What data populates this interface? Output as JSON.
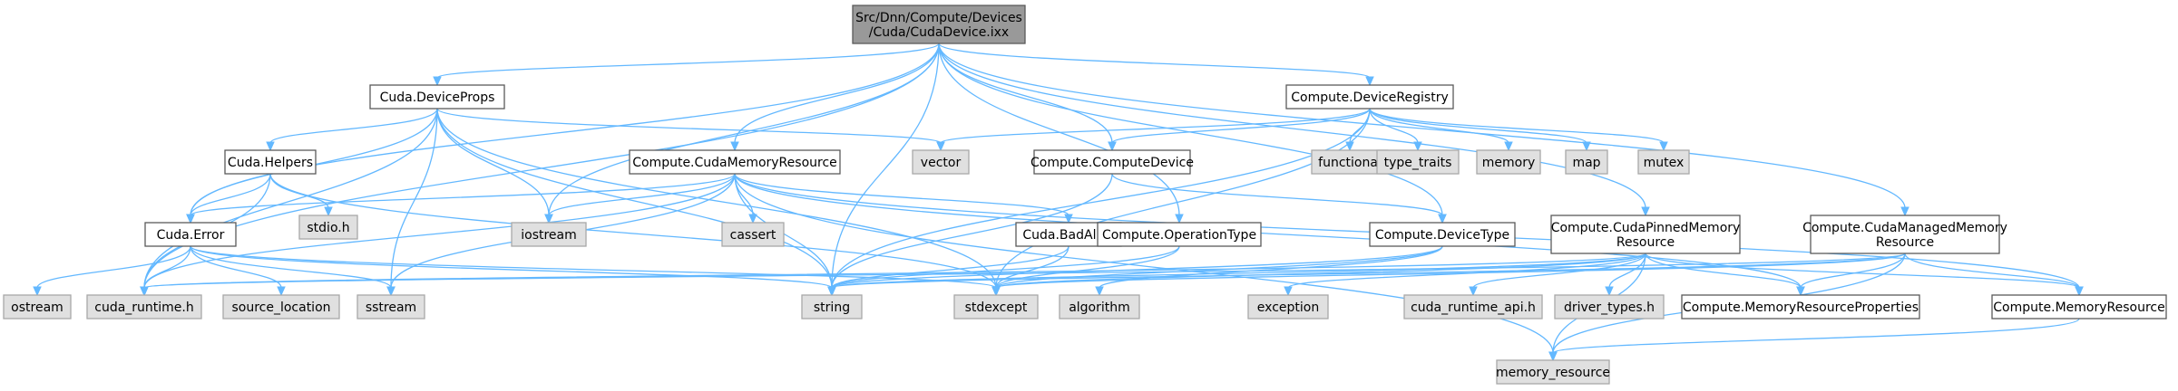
{
  "nodes": [
    {
      "id": "root",
      "kind": "root",
      "lines": [
        "Src/Dnn/Compute/Devices",
        "/Cuda/CudaDevice.ixx"
      ]
    },
    {
      "id": "cuda_deviceprops",
      "kind": "module",
      "lines": [
        "Cuda.DeviceProps"
      ]
    },
    {
      "id": "compute_deviceregistry",
      "kind": "module",
      "lines": [
        "Compute.DeviceRegistry"
      ]
    },
    {
      "id": "cuda_helpers",
      "kind": "module",
      "lines": [
        "Cuda.Helpers"
      ]
    },
    {
      "id": "compute_cudamemoryresource",
      "kind": "module",
      "lines": [
        "Compute.CudaMemoryResource"
      ]
    },
    {
      "id": "vector",
      "kind": "header",
      "lines": [
        "vector"
      ]
    },
    {
      "id": "compute_computedevice",
      "kind": "module",
      "lines": [
        "Compute.ComputeDevice"
      ]
    },
    {
      "id": "functional",
      "kind": "header",
      "lines": [
        "functional"
      ]
    },
    {
      "id": "type_traits",
      "kind": "header",
      "lines": [
        "type_traits"
      ]
    },
    {
      "id": "memory",
      "kind": "header",
      "lines": [
        "memory"
      ]
    },
    {
      "id": "map",
      "kind": "header",
      "lines": [
        "map"
      ]
    },
    {
      "id": "mutex",
      "kind": "header",
      "lines": [
        "mutex"
      ]
    },
    {
      "id": "stdio_h",
      "kind": "header",
      "lines": [
        "stdio.h"
      ]
    },
    {
      "id": "cuda_error",
      "kind": "module",
      "lines": [
        "Cuda.Error"
      ]
    },
    {
      "id": "iostream",
      "kind": "header",
      "lines": [
        "iostream"
      ]
    },
    {
      "id": "cassert",
      "kind": "header",
      "lines": [
        "cassert"
      ]
    },
    {
      "id": "cuda_badalloc",
      "kind": "module",
      "lines": [
        "Cuda.BadAlloc"
      ]
    },
    {
      "id": "compute_operationtype",
      "kind": "module",
      "lines": [
        "Compute.OperationType"
      ]
    },
    {
      "id": "compute_devicetype",
      "kind": "module",
      "lines": [
        "Compute.DeviceType"
      ]
    },
    {
      "id": "compute_cudapinnedmemoryresource",
      "kind": "module",
      "lines": [
        "Compute.CudaPinnedMemory",
        "Resource"
      ]
    },
    {
      "id": "compute_cudamanagedmemoryresource",
      "kind": "module",
      "lines": [
        "Compute.CudaManagedMemory",
        "Resource"
      ]
    },
    {
      "id": "ostream",
      "kind": "header",
      "lines": [
        "ostream"
      ]
    },
    {
      "id": "cuda_runtime_h",
      "kind": "header",
      "lines": [
        "cuda_runtime.h"
      ]
    },
    {
      "id": "source_location",
      "kind": "header",
      "lines": [
        "source_location"
      ]
    },
    {
      "id": "sstream",
      "kind": "header",
      "lines": [
        "sstream"
      ]
    },
    {
      "id": "string",
      "kind": "header",
      "lines": [
        "string"
      ]
    },
    {
      "id": "stdexcept",
      "kind": "header",
      "lines": [
        "stdexcept"
      ]
    },
    {
      "id": "algorithm",
      "kind": "header",
      "lines": [
        "algorithm"
      ]
    },
    {
      "id": "exception",
      "kind": "header",
      "lines": [
        "exception"
      ]
    },
    {
      "id": "cuda_runtime_api_h",
      "kind": "header",
      "lines": [
        "cuda_runtime_api.h"
      ]
    },
    {
      "id": "driver_types_h",
      "kind": "header",
      "lines": [
        "driver_types.h"
      ]
    },
    {
      "id": "compute_memoryresourceproperties",
      "kind": "module",
      "lines": [
        "Compute.MemoryResourceProperties"
      ]
    },
    {
      "id": "compute_memoryresource",
      "kind": "module",
      "lines": [
        "Compute.MemoryResource"
      ]
    },
    {
      "id": "memory_resource",
      "kind": "header",
      "lines": [
        "memory_resource"
      ]
    }
  ],
  "edges": [
    [
      "root",
      "cuda_deviceprops"
    ],
    [
      "root",
      "compute_deviceregistry"
    ],
    [
      "root",
      "compute_cudamemoryresource"
    ],
    [
      "root",
      "compute_computedevice"
    ],
    [
      "root",
      "compute_operationtype"
    ],
    [
      "root",
      "compute_devicetype"
    ],
    [
      "root",
      "compute_cudapinnedmemoryresource"
    ],
    [
      "root",
      "compute_cudamanagedmemoryresource"
    ],
    [
      "root",
      "cuda_error"
    ],
    [
      "root",
      "cuda_runtime_h"
    ],
    [
      "root",
      "iostream"
    ],
    [
      "root",
      "string"
    ],
    [
      "cuda_deviceprops",
      "cuda_helpers"
    ],
    [
      "cuda_deviceprops",
      "cuda_error"
    ],
    [
      "cuda_deviceprops",
      "cuda_runtime_h"
    ],
    [
      "cuda_deviceprops",
      "vector"
    ],
    [
      "cuda_deviceprops",
      "iostream"
    ],
    [
      "cuda_deviceprops",
      "sstream"
    ],
    [
      "cuda_deviceprops",
      "string"
    ],
    [
      "cuda_deviceprops",
      "stdexcept"
    ],
    [
      "cuda_helpers",
      "cuda_error"
    ],
    [
      "cuda_helpers",
      "cuda_runtime_h"
    ],
    [
      "cuda_helpers",
      "stdio_h"
    ],
    [
      "cuda_helpers",
      "stdexcept"
    ],
    [
      "cuda_error",
      "ostream"
    ],
    [
      "cuda_error",
      "cuda_runtime_h"
    ],
    [
      "cuda_error",
      "source_location"
    ],
    [
      "cuda_error",
      "sstream"
    ],
    [
      "cuda_error",
      "string"
    ],
    [
      "cuda_error",
      "stdexcept"
    ],
    [
      "compute_deviceregistry",
      "vector"
    ],
    [
      "compute_deviceregistry",
      "compute_computedevice"
    ],
    [
      "compute_deviceregistry",
      "functional"
    ],
    [
      "compute_deviceregistry",
      "type_traits"
    ],
    [
      "compute_deviceregistry",
      "memory"
    ],
    [
      "compute_deviceregistry",
      "map"
    ],
    [
      "compute_deviceregistry",
      "mutex"
    ],
    [
      "compute_deviceregistry",
      "string"
    ],
    [
      "compute_deviceregistry",
      "stdexcept"
    ],
    [
      "compute_cudamemoryresource",
      "cuda_error"
    ],
    [
      "compute_cudamemoryresource",
      "iostream"
    ],
    [
      "compute_cudamemoryresource",
      "cassert"
    ],
    [
      "compute_cudamemoryresource",
      "cuda_badalloc"
    ],
    [
      "compute_cudamemoryresource",
      "cuda_runtime_h"
    ],
    [
      "compute_cudamemoryresource",
      "sstream"
    ],
    [
      "compute_cudamemoryresource",
      "string"
    ],
    [
      "compute_cudamemoryresource",
      "memory_resource"
    ],
    [
      "compute_cudamemoryresource",
      "compute_memoryresourceproperties"
    ],
    [
      "compute_cudamemoryresource",
      "compute_memoryresource"
    ],
    [
      "compute_computedevice",
      "compute_devicetype"
    ],
    [
      "compute_computedevice",
      "string"
    ],
    [
      "cuda_badalloc",
      "stdexcept"
    ],
    [
      "cuda_badalloc",
      "string"
    ],
    [
      "compute_operationtype",
      "string"
    ],
    [
      "compute_operationtype",
      "stdexcept"
    ],
    [
      "compute_devicetype",
      "string"
    ],
    [
      "compute_devicetype",
      "stdexcept"
    ],
    [
      "compute_devicetype",
      "algorithm"
    ],
    [
      "compute_cudapinnedmemoryresource",
      "cuda_runtime_h"
    ],
    [
      "compute_cudapinnedmemoryresource",
      "string"
    ],
    [
      "compute_cudapinnedmemoryresource",
      "stdexcept"
    ],
    [
      "compute_cudapinnedmemoryresource",
      "exception"
    ],
    [
      "compute_cudapinnedmemoryresource",
      "cuda_runtime_api_h"
    ],
    [
      "compute_cudapinnedmemoryresource",
      "driver_types_h"
    ],
    [
      "compute_cudapinnedmemoryresource",
      "compute_memoryresourceproperties"
    ],
    [
      "compute_cudapinnedmemoryresource",
      "compute_memoryresource"
    ],
    [
      "compute_cudapinnedmemoryresource",
      "memory_resource"
    ],
    [
      "compute_cudamanagedmemoryresource",
      "cuda_runtime_h"
    ],
    [
      "compute_cudamanagedmemoryresource",
      "string"
    ],
    [
      "compute_cudamanagedmemoryresource",
      "stdexcept"
    ],
    [
      "compute_cudamanagedmemoryresource",
      "compute_memoryresourceproperties"
    ],
    [
      "compute_cudamanagedmemoryresource",
      "compute_memoryresource"
    ],
    [
      "compute_cudamanagedmemoryresource",
      "memory_resource"
    ],
    [
      "compute_memoryresource",
      "memory_resource"
    ]
  ],
  "colors": {
    "edge": "#63b8ff",
    "root_fill": "#999999",
    "module_fill": "#ffffff",
    "header_fill": "#e0e0e0",
    "border": "#5a5a5a"
  }
}
